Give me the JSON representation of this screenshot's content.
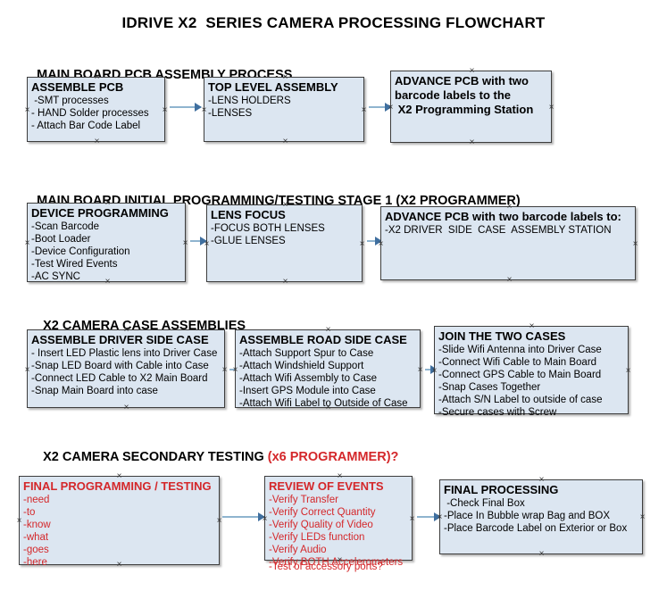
{
  "document": {
    "title": "IDRIVE X2  SERIES CAMERA PROCESSING FLOWCHART",
    "accent_box_fill": "#dce6f1",
    "accent_box_border": "#3d3d3d",
    "connector_color": "#8fb4cf",
    "arrow_color": "#3f6f9f",
    "red_text_color": "#d4272a"
  },
  "sections": [
    {
      "id": "s1",
      "heading": "MAIN BOARD PCB ASSEMBLY PROCESS",
      "heading_red": ""
    },
    {
      "id": "s2",
      "heading": "MAIN BOARD INITIAL PROGRAMMING/TESTING STAGE 1 (X2 PROGRAMMER)",
      "heading_red": ""
    },
    {
      "id": "s3",
      "heading": "X2 CAMERA CASE ASSEMBLIES",
      "heading_red": ""
    },
    {
      "id": "s4",
      "heading": "X2 CAMERA SECONDARY TESTING ",
      "heading_red": "(x6 PROGRAMMER)?"
    }
  ],
  "boxes": {
    "assemble_pcb": {
      "title": "ASSEMBLE PCB",
      "lines": [
        " -SMT processes",
        "- HAND Solder processes",
        "- Attach Bar Code Label"
      ]
    },
    "top_level_assembly": {
      "title": "TOP LEVEL ASSEMBLY",
      "lines": [
        "-LENS HOLDERS",
        "-LENSES"
      ]
    },
    "advance_pcb_1": {
      "title": "ADVANCE PCB with two\nbarcode labels to the\n X2 Programming Station",
      "lines": []
    },
    "device_programming": {
      "title": "DEVICE PROGRAMMING",
      "lines": [
        "-Scan Barcode",
        "-Boot Loader",
        "-Device Configuration",
        "-Test Wired Events",
        "-AC SYNC"
      ]
    },
    "lens_focus": {
      "title": "LENS FOCUS",
      "lines": [
        "-FOCUS BOTH LENSES",
        "-GLUE LENSES"
      ]
    },
    "advance_pcb_2": {
      "title": "ADVANCE PCB with two barcode labels to:",
      "lines": [
        "-X2 DRIVER  SIDE  CASE  ASSEMBLY STATION"
      ]
    },
    "assemble_driver_side_case": {
      "title": "ASSEMBLE DRIVER SIDE CASE",
      "lines": [
        "- Insert LED Plastic lens into Driver Case",
        "-Snap LED Board with Cable into Case",
        "-Connect LED Cable to X2 Main Board",
        "-Snap Main Board into case"
      ]
    },
    "assemble_road_side_case": {
      "title": "ASSEMBLE ROAD SIDE CASE",
      "lines": [
        "-Attach Support Spur to Case",
        "-Attach Windshield Support",
        "-Attach Wifi Assembly to Case",
        "-Insert GPS Module into Case",
        "-Attach Wifi Label to Outside of Case"
      ]
    },
    "join_two_cases": {
      "title": "JOIN THE TWO CASES",
      "lines": [
        "-Slide Wifi Antenna into Driver Case",
        "-Connect Wifi Cable to Main Board",
        "-Connect GPS Cable to Main Board",
        "-Snap Cases Together",
        "-Attach S/N Label to outside of case",
        "-Secure cases with Screw"
      ]
    },
    "final_programming_testing": {
      "title": "FINAL PROGRAMMING / TESTING",
      "lines": [
        "-need",
        "-to",
        "-know",
        "-what",
        "-goes",
        "-here"
      ]
    },
    "review_of_events": {
      "title": "REVIEW OF EVENTS",
      "lines": [
        "-Verify Transfer",
        "-Verify Correct Quantity",
        "-Verify Quality of Video",
        "-Verify LEDs function",
        "-Verify Audio",
        "-Verify BOTH Accelerometers"
      ],
      "overflow_line": "-Test of accessory ports?"
    },
    "final_processing": {
      "title": "FINAL PROCESSING",
      "lines": [
        " -Check Final Box",
        "-Place In Bubble wrap Bag and BOX",
        "-Place Barcode Label on Exterior or Box"
      ]
    }
  }
}
